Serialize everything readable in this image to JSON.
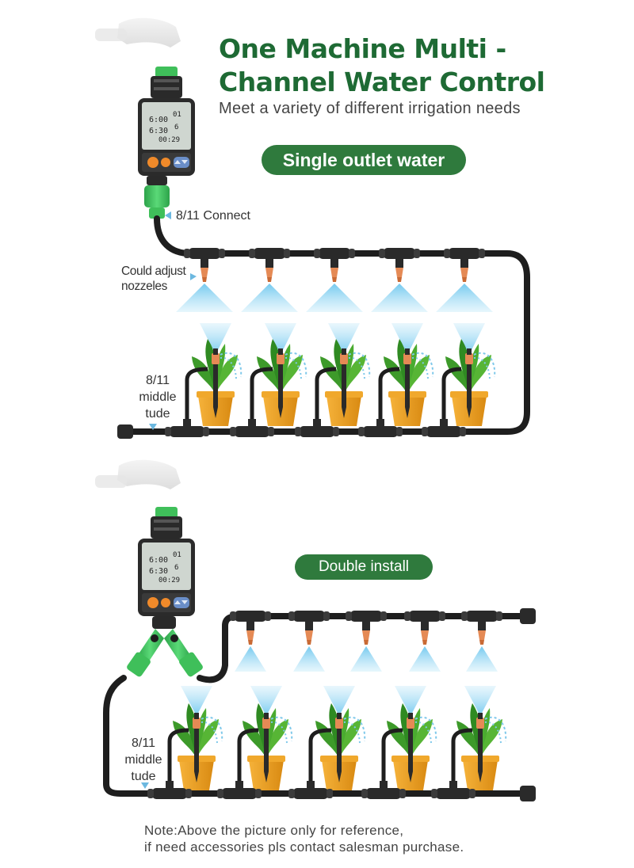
{
  "header": {
    "title_line1": "One Machine Multi -",
    "title_line2": "Channel Water Control",
    "subtitle": "Meet a variety of different irrigation needs"
  },
  "section_single": {
    "badge": "Single outlet water",
    "connect_label": "8/11 Connect",
    "nozzle_label_line1": "Could adjust",
    "nozzle_label_line2": "nozzeles",
    "tube_label_line1": "8/11",
    "tube_label_line2": "middle",
    "tube_label_line3": "tude"
  },
  "section_double": {
    "badge": "Double install",
    "tube_label_line1": "8/11",
    "tube_label_line2": "middle",
    "tube_label_line3": "tude"
  },
  "timer_display": {
    "time_1": "6:00",
    "time_2": "6:30",
    "duration": "00:29",
    "small_1": "01",
    "small_2": "6"
  },
  "footer": {
    "note_line1": "Note:Above the picture only for reference,",
    "note_line2": "if need accessories pls contact salesman purchase."
  },
  "colors": {
    "brand_green": "#1e6a34",
    "badge_green": "#2f7a3d",
    "tube": "#1e1e1e",
    "spray": "#8fd3f2",
    "pot": "#e8a020",
    "plant": "#3d9a2a",
    "connector": "#3fbf5a"
  }
}
